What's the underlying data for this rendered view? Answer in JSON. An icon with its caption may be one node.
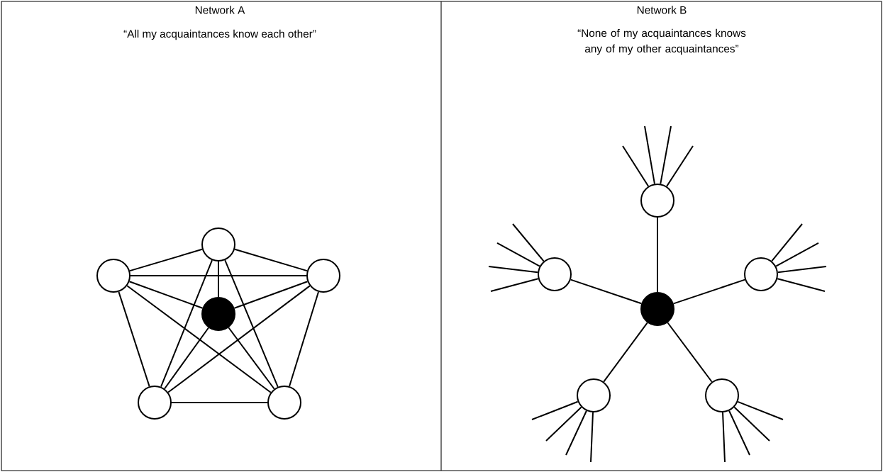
{
  "diagram": {
    "nodes": [
      {
        "text": [],
        "shape": "circle"
      },
      {
        "text": [],
        "shape": "circle"
      },
      {
        "text": [],
        "shape": "circle"
      },
      {
        "text": [],
        "shape": "circle"
      },
      {
        "text": [],
        "shape": "circle"
      },
      {
        "text": [],
        "shape": "circle"
      },
      {
        "text": [],
        "shape": "circle"
      },
      {
        "text": [],
        "shape": "circle"
      },
      {
        "text": [],
        "shape": "circle"
      },
      {
        "text": [],
        "shape": "circle"
      },
      {
        "text": [],
        "shape": "circle"
      },
      {
        "text": [],
        "shape": "circle"
      }
    ],
    "edges": [
      {
        "from": 0,
        "to": 1,
        "arrow": "none"
      },
      {
        "from": 0,
        "to": 2,
        "arrow": "none"
      },
      {
        "from": 0,
        "to": 3,
        "arrow": "none"
      },
      {
        "from": 0,
        "to": 4,
        "arrow": "none"
      },
      {
        "from": 0,
        "to": 5,
        "arrow": "none"
      },
      {
        "from": 1,
        "to": 2,
        "arrow": "none"
      },
      {
        "from": 1,
        "to": 3,
        "arrow": "none"
      },
      {
        "from": 1,
        "to": 4,
        "arrow": "none"
      },
      {
        "from": 1,
        "to": 5,
        "arrow": "none"
      },
      {
        "from": 2,
        "to": 3,
        "arrow": "none"
      },
      {
        "from": 2,
        "to": 4,
        "arrow": "none"
      },
      {
        "from": 2,
        "to": 5,
        "arrow": "none"
      },
      {
        "from": 3,
        "to": 4,
        "arrow": "none"
      },
      {
        "from": 3,
        "to": 5,
        "arrow": "none"
      },
      {
        "from": 4,
        "to": 5,
        "arrow": "none"
      },
      {
        "from": 9,
        "to": 6,
        "arrow": "none"
      },
      {
        "from": 9,
        "to": 7,
        "arrow": "none"
      },
      {
        "from": 9,
        "to": 8,
        "arrow": "none"
      },
      {
        "from": 9,
        "to": 10,
        "arrow": "none"
      },
      {
        "from": 9,
        "to": 11,
        "arrow": "none"
      },
      {
        "from": 6,
        "to": null,
        "arrow": "none"
      },
      {
        "from": 6,
        "to": null,
        "arrow": "none"
      },
      {
        "from": 6,
        "to": null,
        "arrow": "none"
      },
      {
        "from": 6,
        "to": null,
        "arrow": "none"
      },
      {
        "from": 7,
        "to": null,
        "arrow": "none"
      },
      {
        "from": 7,
        "to": null,
        "arrow": "none"
      },
      {
        "from": 7,
        "to": null,
        "arrow": "none"
      },
      {
        "from": 7,
        "to": null,
        "arrow": "none"
      },
      {
        "from": 8,
        "to": null,
        "arrow": "none"
      },
      {
        "from": 8,
        "to": null,
        "arrow": "none"
      },
      {
        "from": 8,
        "to": null,
        "arrow": "none"
      },
      {
        "from": 8,
        "to": null,
        "arrow": "none"
      },
      {
        "from": 10,
        "to": null,
        "arrow": "none"
      },
      {
        "from": 10,
        "to": null,
        "arrow": "none"
      },
      {
        "from": 10,
        "to": null,
        "arrow": "none"
      },
      {
        "from": 10,
        "to": null,
        "arrow": "none"
      },
      {
        "from": 11,
        "to": null,
        "arrow": "none"
      },
      {
        "from": 11,
        "to": null,
        "arrow": "none"
      },
      {
        "from": 11,
        "to": null,
        "arrow": "none"
      },
      {
        "from": 11,
        "to": null,
        "arrow": "none"
      }
    ],
    "labels": [
      "Network A",
      "Network B",
      "“All my acquaintances know each other”",
      "“None of my acquaintances knows any of my other acquaintances”"
    ]
  }
}
